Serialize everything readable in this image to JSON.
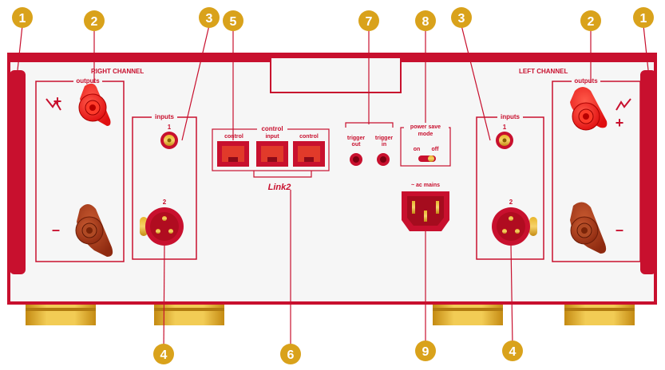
{
  "panel": {
    "right_channel": "RIGHT CHANNEL",
    "left_channel": "LEFT CHANNEL",
    "outputs": "outputs",
    "inputs": "inputs",
    "input_1": "1",
    "input_2": "2",
    "control": "control",
    "control_out": "control",
    "control_in": "input",
    "control_out2": "control",
    "trigger_out_1": "trigger",
    "trigger_out_2": "out",
    "trigger_in_1": "trigger",
    "trigger_in_2": "in",
    "power_save_1": "power save",
    "power_save_2": "mode",
    "switch_on": "on",
    "switch_off": "off",
    "ac_mains": "~ ac mains",
    "link_logo": "Link2",
    "plus": "+",
    "minus": "–"
  },
  "callouts": {
    "c1": "1",
    "c2": "2",
    "c3": "3",
    "c4": "4",
    "c5": "5",
    "c6": "6",
    "c7": "7",
    "c8": "8",
    "c9": "9"
  },
  "colors": {
    "brand_red": "#c8102e",
    "gold": "#d9a21b",
    "panel_bg": "#f4f4f4"
  }
}
